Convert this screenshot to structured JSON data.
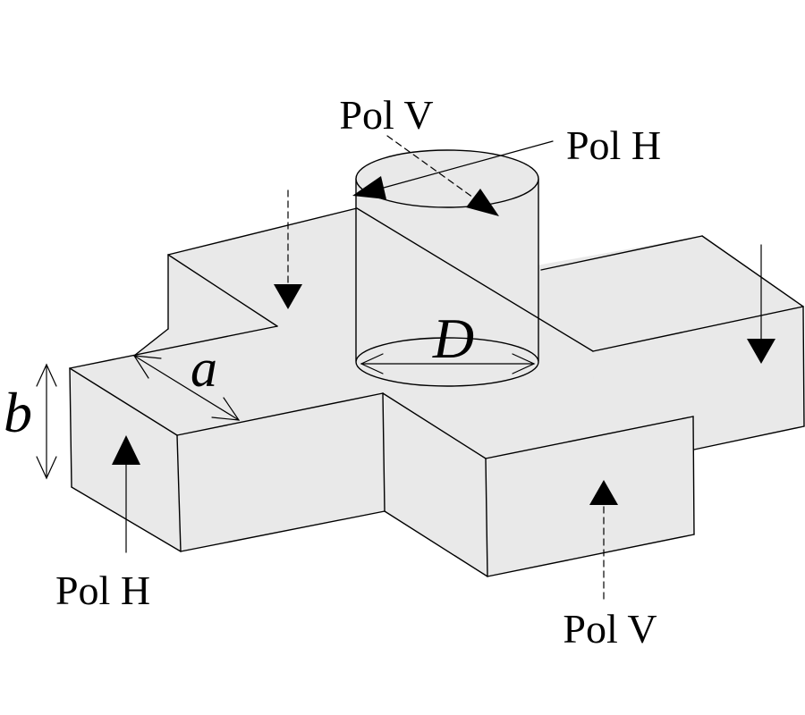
{
  "figure": {
    "title": "Turnstile junction waveguide diagram",
    "description": "Circular waveguide port mounted on a cross (turnstile) junction of rectangular waveguides with polarization E-field arrows and dimension callouts",
    "colors": {
      "face_fill": "#e9e9e9",
      "line": "#000000",
      "background": "#ffffff"
    },
    "labels": {
      "pol_v_top": "Pol V",
      "pol_h_top": "Pol H",
      "pol_h_left_arm": "Pol H",
      "pol_v_front_arm": "Pol V",
      "dim_waveguide_width": "a",
      "dim_waveguide_height": "b",
      "dim_circular_diameter": "D"
    },
    "arrows": [
      {
        "name": "pol-v-leader-arrow",
        "style": "dashed",
        "direction": "into circular waveguide along V axis"
      },
      {
        "name": "pol-h-leader-arrow",
        "style": "solid",
        "direction": "across circular waveguide along H axis"
      },
      {
        "name": "back-arm-field-arrow",
        "style": "dashed",
        "direction": "down"
      },
      {
        "name": "right-arm-field-arrow",
        "style": "solid",
        "direction": "down"
      },
      {
        "name": "left-arm-field-arrow",
        "style": "solid",
        "direction": "up"
      },
      {
        "name": "front-arm-field-arrow",
        "style": "dashed",
        "direction": "up"
      },
      {
        "name": "dim-a-arrow",
        "style": "double-headed"
      },
      {
        "name": "dim-b-arrow",
        "style": "double-headed"
      },
      {
        "name": "dim-d-arrow",
        "style": "double-headed"
      }
    ]
  }
}
